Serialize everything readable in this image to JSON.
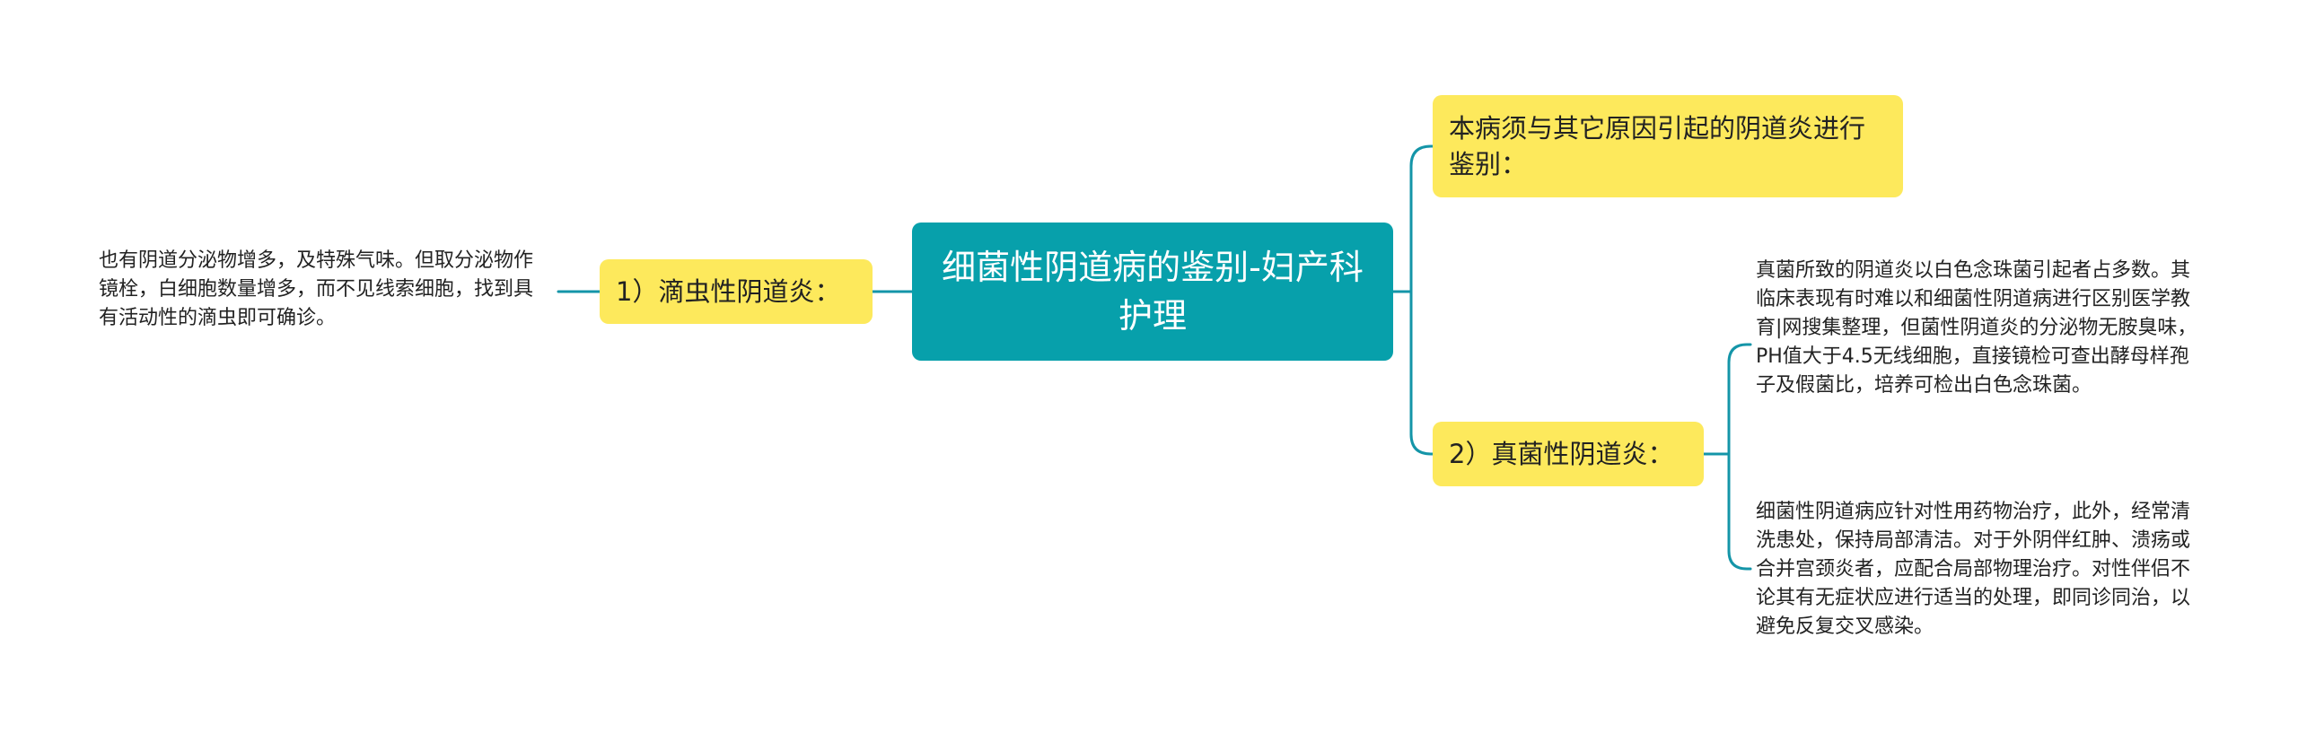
{
  "root": {
    "title": "细菌性阴道病的鉴别-妇产科护理"
  },
  "topics": {
    "left": {
      "label": "1）滴虫性阴道炎：",
      "detail": "也有阴道分泌物增多，及特殊气味。但取分泌物作镜栓，白细胞数量增多，而不见线索细胞，找到具有活动性的滴虫即可确诊。"
    },
    "top": {
      "label": "本病须与其它原因引起的阴道炎进行鉴别："
    },
    "bottom": {
      "label": "2）真菌性阴道炎：",
      "details": [
        "真菌所致的阴道炎以白色念珠菌引起者占多数。其临床表现有时难以和细菌性阴道病进行区别医学教育|网搜集整理，但菌性阴道炎的分泌物无胺臭味，PH值大于4.5无线细胞，直接镜检可查出酵母样孢子及假菌比，培养可检出白色念珠菌。",
        "细菌性阴道病应针对性用药物治疗，此外，经常清洗患处，保持局部清洁。对于外阴伴红肿、溃疡或合并宫颈炎者，应配合局部物理治疗。对性伴侣不论其有无症状应进行适当的处理，即同诊同治，以避免反复交叉感染。"
      ]
    }
  },
  "colors": {
    "root_fill": "#07a0ab",
    "topic_fill": "#fde95c",
    "connector": "#1495a8"
  }
}
